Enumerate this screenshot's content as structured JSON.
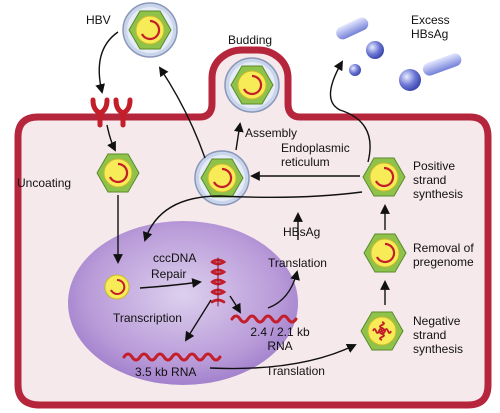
{
  "colors": {
    "cell_membrane": "#b5263d",
    "cytoplasm": "#f6e9ec",
    "nucleus": "#a98ad0",
    "capsid_green": "#8fc24a",
    "core_yellow": "#f7ec57",
    "rna_red": "#c41e2a",
    "envelope_blue": "#c9d5ea",
    "hbsag_blue": "#5a67c9"
  },
  "icons": [
    "virion-icon",
    "capsid-icon",
    "receptor-icon",
    "cccdna-icon",
    "rna-icon",
    "hbsag-particle-icon"
  ],
  "labels": {
    "hbv": "HBV",
    "budding": "Budding",
    "excess_line1": "Excess",
    "excess_line2": "HBsAg",
    "uncoating": "Uncoating",
    "assembly": "Assembly",
    "er_line1": "Endoplasmic",
    "er_line2": "reticulum",
    "positive_line1": "Positive",
    "positive_line2": "strand",
    "positive_line3": "synthesis",
    "hbsag": "HBsAg",
    "cccdna": "cccDNA",
    "repair": "Repair",
    "translation_upper": "Translation",
    "removal_line1": "Removal of",
    "removal_line2": "pregenome",
    "transcription": "Transcription",
    "rna_24_line1": "2.4 / 2.1 kb",
    "rna_24_line2": "RNA",
    "negative_line1": "Negative",
    "negative_line2": "strand",
    "negative_line3": "synthesis",
    "rna_35": "3.5 kb RNA",
    "translation_lower": "Translation"
  }
}
